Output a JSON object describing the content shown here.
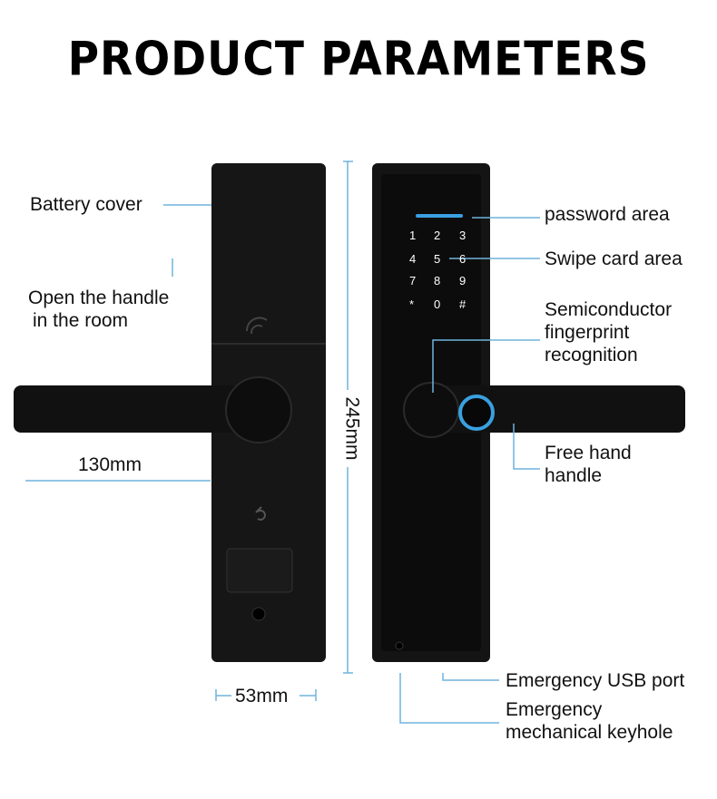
{
  "title": "PRODUCT PARAMETERS",
  "labels": {
    "battery_cover": "Battery cover",
    "open_handle_1": "Open the handle",
    "open_handle_2": "in the room",
    "width_handle": "130mm",
    "height": "245mm",
    "width_plate": "53mm",
    "password_area": "password area",
    "swipe_card": "Swipe card area",
    "fingerprint_1": "Semiconductor",
    "fingerprint_2": "fingerprint",
    "fingerprint_3": "recognition",
    "free_hand_1": "Free hand",
    "free_hand_2": "handle",
    "usb": "Emergency USB port",
    "keyhole_1": "Emergency",
    "keyhole_2": "mechanical keyhole"
  },
  "keypad": [
    "1",
    "2",
    "3",
    "4",
    "5",
    "6",
    "7",
    "8",
    "9",
    "*",
    "0",
    "#"
  ],
  "colors": {
    "line": "#6fb3dc",
    "lock": "#141414",
    "fingerprint": "#3aa0e0"
  }
}
